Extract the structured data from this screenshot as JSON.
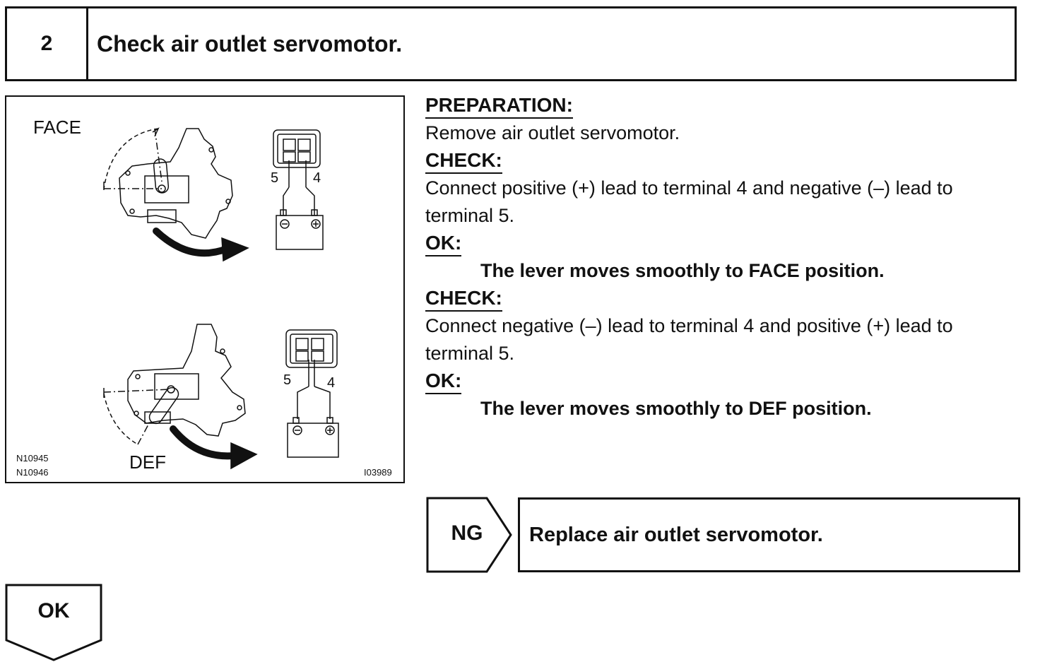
{
  "step": {
    "number": "2",
    "title": "Check air outlet servomotor."
  },
  "figure": {
    "label_face": "FACE",
    "label_def": "DEF",
    "terminal_5_top": "5",
    "terminal_4_top": "4",
    "terminal_5_bottom": "5",
    "terminal_4_bottom": "4",
    "code_left_1": "N10945",
    "code_left_2": "N10946",
    "code_right": "I03989"
  },
  "instructions": {
    "preparation_heading": "PREPARATION:",
    "preparation_text": "Remove air outlet servomotor.",
    "check1_heading": "CHECK:",
    "check1_text": "Connect positive (+) lead to terminal 4 and negative (–) lead to terminal 5.",
    "ok1_heading": "OK:",
    "ok1_text": "The lever moves smoothly to FACE position.",
    "check2_heading": "CHECK:",
    "check2_text": "Connect negative (–) lead to terminal 4 and positive (+) lead to terminal 5.",
    "ok2_heading": "OK:",
    "ok2_text": "The lever moves smoothly to DEF position."
  },
  "ng": {
    "label": "NG",
    "action": "Replace air outlet servomotor."
  },
  "ok": {
    "label": "OK"
  }
}
